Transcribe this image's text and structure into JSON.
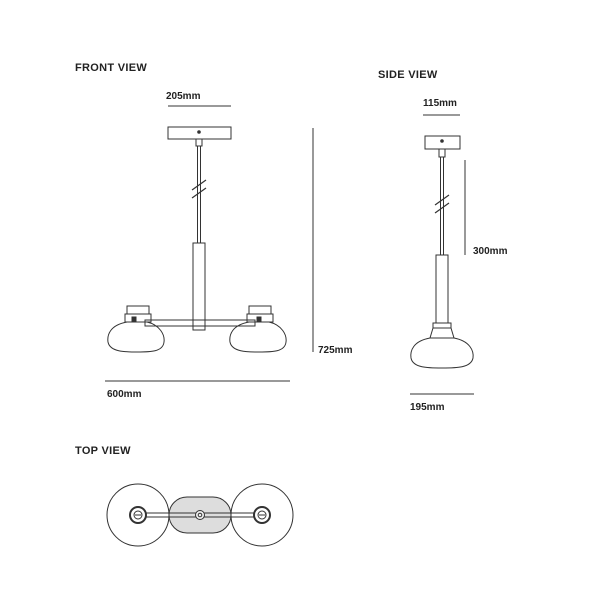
{
  "views": {
    "front": {
      "title": "FRONT VIEW",
      "canopy_width": "205mm",
      "total_height": "725mm",
      "total_width": "600mm"
    },
    "side": {
      "title": "SIDE VIEW",
      "canopy_width": "115mm",
      "tube_height": "300mm",
      "shade_width": "195mm"
    },
    "top": {
      "title": "TOP VIEW"
    }
  },
  "colors": {
    "line": "#333333",
    "fill": "#dddddd"
  }
}
